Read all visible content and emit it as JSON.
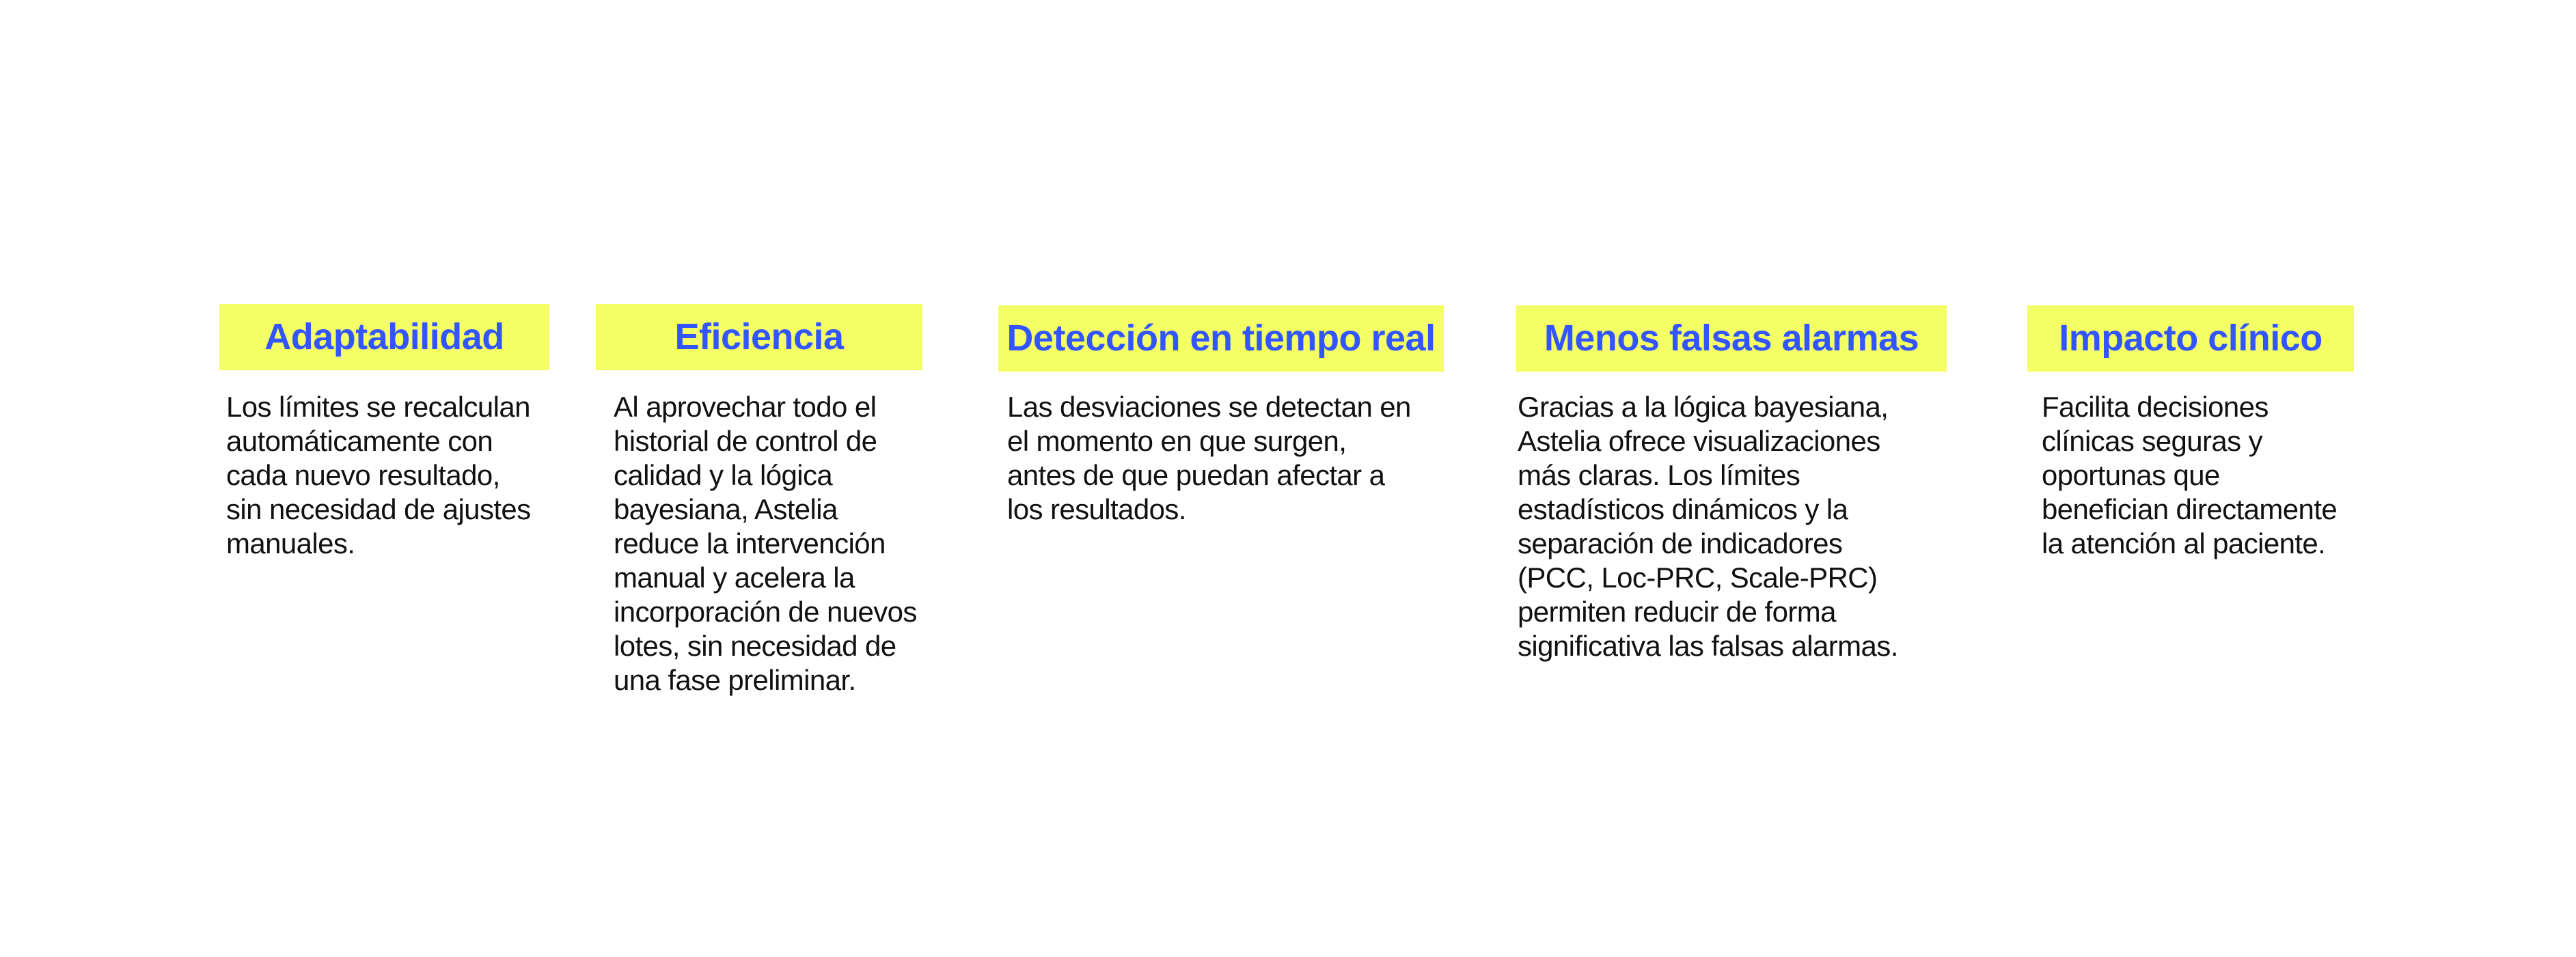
{
  "colors": {
    "heading_background": "#F4FF66",
    "heading_text": "#3355FF",
    "body_text": "#111111",
    "page_background": "#FFFFFF"
  },
  "features": [
    {
      "title": "Adaptabilidad",
      "lines": [
        "Los límites se recalculan",
        "automáticamente con",
        "cada nuevo resultado,",
        "sin necesidad de ajustes",
        "manuales."
      ]
    },
    {
      "title": "Eficiencia",
      "lines": [
        "Al aprovechar todo el",
        "historial de control de",
        "calidad y la lógica",
        "bayesiana, Astelia",
        "reduce la intervención",
        "manual y acelera la",
        "incorporación de nuevos",
        "lotes, sin necesidad de",
        "una fase preliminar."
      ]
    },
    {
      "title": "Detección en tiempo real",
      "lines": [
        "Las desviaciones se detectan en",
        "el momento en que surgen,",
        "antes de que puedan afectar a",
        "los resultados."
      ]
    },
    {
      "title": "Menos falsas alarmas",
      "lines": [
        "Gracias a la lógica bayesiana,",
        "Astelia ofrece visualizaciones",
        "más claras. Los límites",
        "estadísticos dinámicos y la",
        "separación de indicadores",
        "(PCC, Loc-PRC, Scale-PRC)",
        "permiten reducir de forma",
        "significativa las falsas alarmas."
      ]
    },
    {
      "title": "Impacto clínico",
      "lines": [
        "Facilita decisiones",
        "clínicas seguras y",
        "oportunas que",
        "benefician directamente",
        "la atención al paciente."
      ]
    }
  ]
}
